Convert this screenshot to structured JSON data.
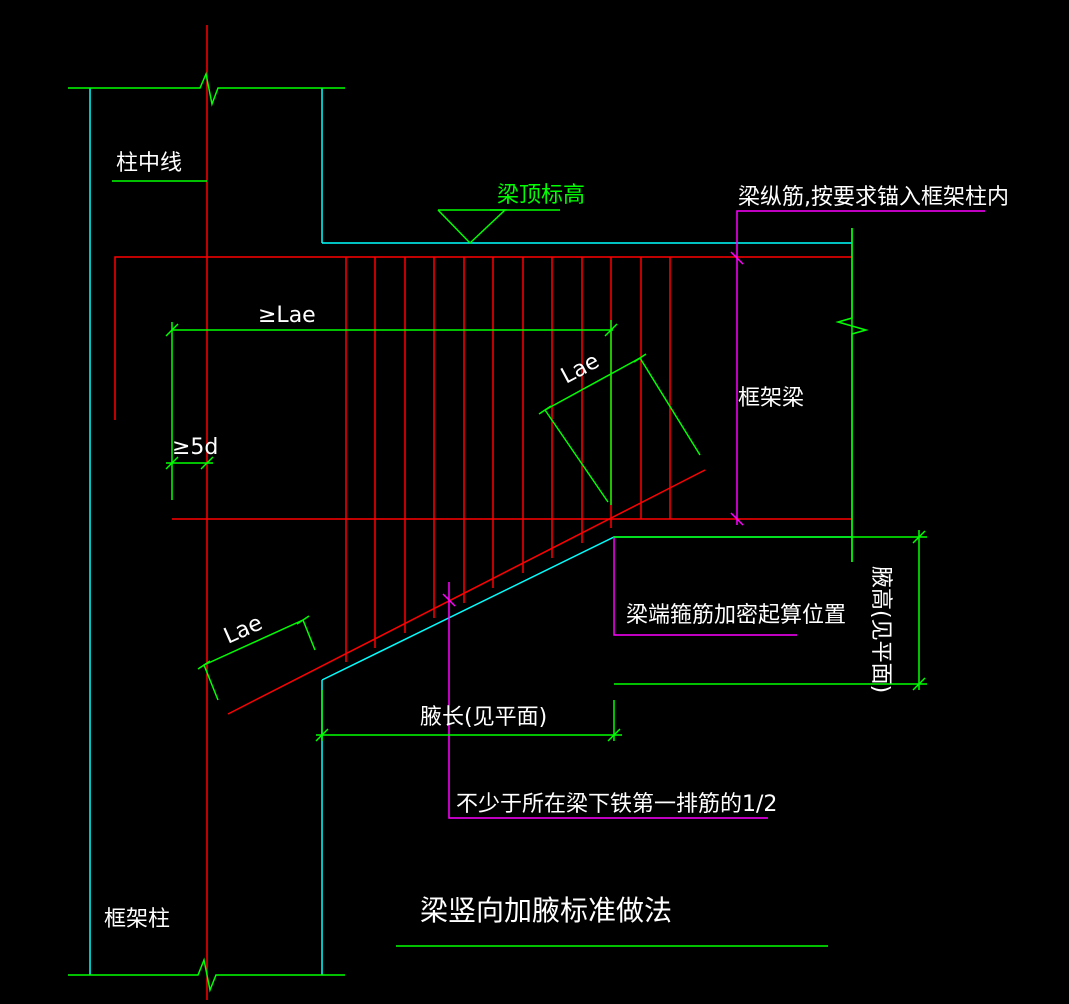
{
  "colors": {
    "background": "#000000",
    "column_red": "#ff0000",
    "outline_cyan": "#00ffff",
    "dimension_green": "#00ff00",
    "leader_magenta": "#ff00ff",
    "text_white": "#ffffff",
    "text_green": "#00ff00"
  },
  "labels": {
    "column_centerline": "柱中线",
    "beam_top_elevation": "梁顶标高",
    "beam_long_bars": "梁纵筋,按要求锚入框架柱内",
    "anchor_length_min": "≥Lae",
    "lae_upper": "Lae",
    "five_d": "≥5d",
    "frame_beam": "框架梁",
    "lae_lower": "Lae",
    "stirrup_dense_start": "梁端箍筋加密起算位置",
    "haunch_height": "腋高(见平面)",
    "haunch_length": "腋长(见平面)",
    "not_less_than_half": "不少于所在梁下铁第一排筋的1/2",
    "frame_column": "框架柱",
    "title": "梁竖向加腋标准做法"
  }
}
